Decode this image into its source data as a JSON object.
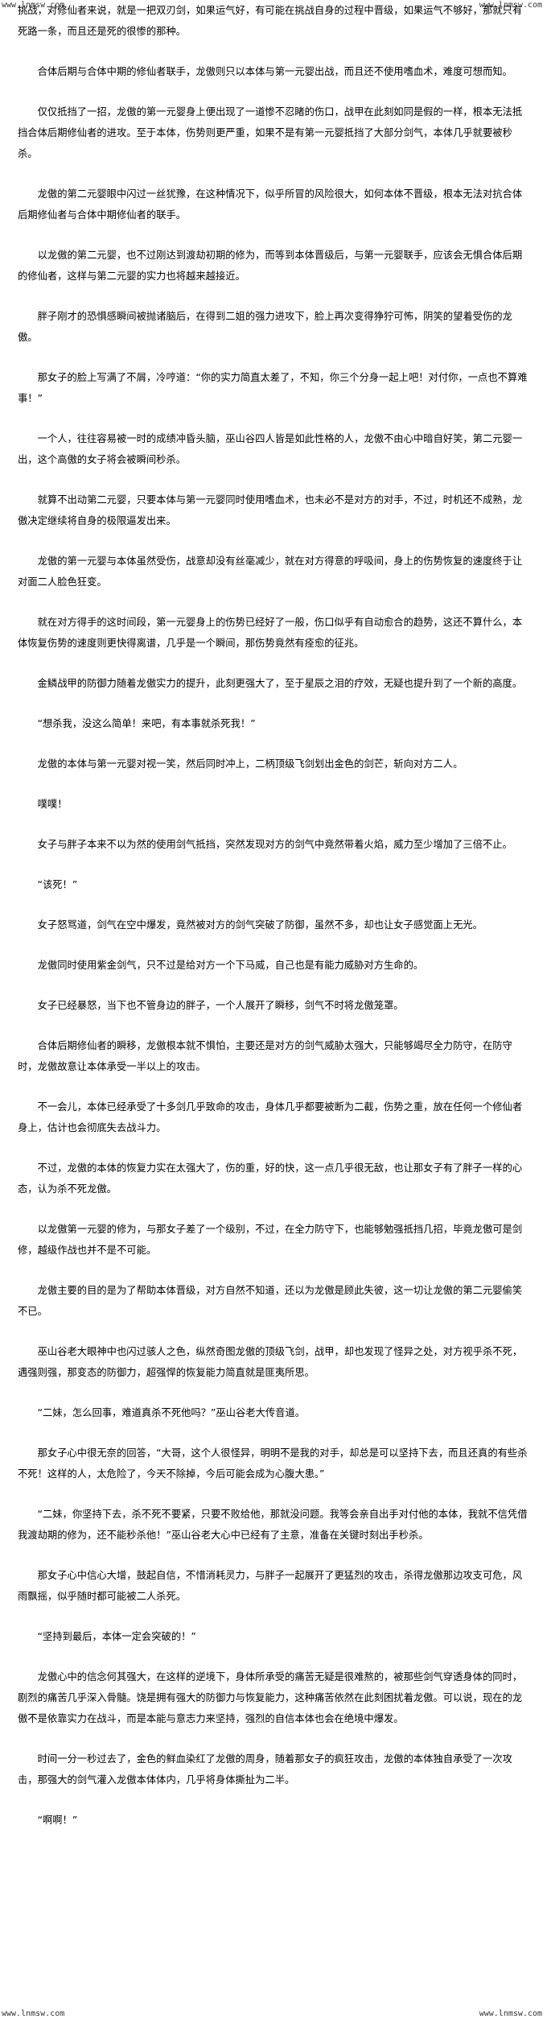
{
  "watermark": {
    "url": "www.lnmsw.com"
  },
  "paragraphs": [
    "挑战，对修仙者来说，就是一把双刃剑，如果运气好，有可能在挑战自身的过程中晋级，如果运气不够好，那就只有死路一条，而且还是死的很惨的那种。",
    "合体后期与合体中期的修仙者联手，龙傲则只以本体与第一元婴出战，而且还不使用嗜血术，难度可想而知。",
    "仅仅抵挡了一招，龙傲的第一元婴身上便出现了一道惨不忍睹的伤口，战甲在此刻如同是假的一样，根本无法抵挡合体后期修仙者的进攻。至于本体，伤势则更严重，如果不是有第一元婴抵挡了大部分剑气，本体几乎就要被秒杀。",
    "龙傲的第二元婴眼中闪过一丝犹豫，在这种情况下，似乎所冒的风险很大，如何本体不晋级，根本无法对抗合体后期修仙者与合体中期修仙者的联手。",
    "以龙傲的第二元婴，也不过刚达到渡劫初期的修为，而等到本体晋级后，与第一元婴联手，应该会无惧合体后期的修仙者，这样与第二元婴的实力也将越来越接近。",
    "胖子刚才的恐惧感瞬间被抛诸脑后，在得到二姐的强力进攻下，脸上再次变得狰狞可怖，阴笑的望着受伤的龙傲。",
    "那女子的脸上写满了不屑，冷哼道：“你的实力简直太差了，不知，你三个分身一起上吧！对付你，一点也不算难事！”",
    "一个人，往往容易被一时的成绩冲昏头脑，巫山谷四人皆是如此性格的人，龙傲不由心中暗自好笑，第二元婴一出，这个高傲的女子将会被瞬间秒杀。",
    "就算不出动第二元婴，只要本体与第一元婴同时使用嗜血术，也未必不是对方的对手，不过，时机还不成熟，龙傲决定继续将自身的极限逼发出来。",
    "龙傲的第一元婴与本体虽然受伤，战意却没有丝毫减少，就在对方得意的呼吸间，身上的伤势恢复的速度终于让对面二人脸色狂变。",
    "就在对方得手的这时间段，第一元婴身上的伤势已经好了一般，伤口似乎有自动愈合的趋势，这还不算什么，本体恢复伤势的速度则更快得离谱，几乎是一个瞬间，那伤势竟然有痊愈的征兆。",
    "金鳞战甲的防御力随着龙傲实力的提升，此刻更强大了，至于星辰之泪的疗效，无疑也提升到了一个新的高度。",
    "“想杀我，没这么简单！来吧，有本事就杀死我！”",
    "龙傲的本体与第一元婴对视一笑，然后同时冲上，二柄顶级飞剑划出金色的剑芒，斩向对方二人。",
    "噗噗！",
    "女子与胖子本来不以为然的使用剑气抵挡，突然发现对方的剑气中竟然带着火焰，威力至少增加了三倍不止。",
    "“该死！”",
    "女子怒骂道，剑气在空中爆发，竟然被对方的剑气突破了防御，虽然不多，却也让女子感觉面上无光。",
    "龙傲同时使用紫金剑气，只不过是给对方一个下马威，自己也是有能力威胁对方生命的。",
    "女子已经暴怒，当下也不管身边的胖子，一个人展开了瞬移，剑气不时将龙傲笼罩。",
    "合体后期修仙者的瞬移，龙傲根本就不惧怕，主要还是对方的剑气威胁太强大，只能够竭尽全力防守，在防守时，龙傲故意让本体承受一半以上的攻击。",
    "不一会儿，本体已经承受了十多剑几乎致命的攻击，身体几乎都要被断为二截，伤势之重，放在任何一个修仙者身上，估计也会彻底失去战斗力。",
    "不过，龙傲的本体的恢复力实在太强大了，伤的重，好的快，这一点几乎很无敌，也让那女子有了胖子一样的心态，认为杀不死龙傲。",
    "以龙傲第一元婴的修为，与那女子差了一个级别，不过，在全力防守下，也能够勉强抵挡几招，毕竟龙傲可是剑修，越级作战也并不是不可能。",
    "龙傲主要的目的是为了帮助本体晋级，对方自然不知道，还以为龙傲是顾此失彼，这一切让龙傲的第二元婴偷笑不已。",
    "巫山谷老大眼神中也闪过骇人之色，纵然奇图龙傲的顶级飞剑，战甲，却也发现了怪异之处，对方视乎杀不死，遇强则强，那变态的防御力，超强悍的恢复能力简直就是匪夷所思。",
    "“二妹，怎么回事，难道真杀不死他吗？”巫山谷老大传音道。",
    "那女子心中很无奈的回答，“大哥，这个人很怪异，明明不是我的对手，却总是可以坚持下去，而且还真的有些杀不死！这样的人，太危险了，今天不除掉，今后可能会成为心腹大患。”",
    "“二妹，你坚持下去，杀不死不要紧，只要不败给他，那就没问题。我等会亲自出手对付他的本体，我就不信凭借我渡劫期的修为，还不能秒杀他！”巫山谷老大心中已经有了主意，准备在关键时刻出手秒杀。",
    "那女子心中信心大增，鼓起自信，不惜消耗灵力，与胖子一起展开了更猛烈的攻击，杀得龙傲那边攻支可危，风雨飘摇，似乎随时都可能被二人杀死。",
    "“坚持到最后，本体一定会突破的！”",
    "龙傲心中的信念何其强大，在这样的逆境下，身体所承受的痛苦无疑是很难熬的，被那些剑气穿透身体的同时，剧烈的痛苦几乎深入骨髓。饶是拥有强大的防御力与恢复能力，这种痛苦依然在此刻困扰着龙傲。可以说，现在的龙傲不是依靠实力在战斗，而是本能与意志力来坚持，强烈的自信本体也会在绝境中爆发。",
    "时间一分一秒过去了，金色的鲜血染红了龙傲的周身，随着那女子的疯狂攻击，龙傲的本体独自承受了一次攻击，那强大的剑气灌入龙傲本体体内，几乎将身体撕扯为二半。",
    "“啊啊！”"
  ]
}
